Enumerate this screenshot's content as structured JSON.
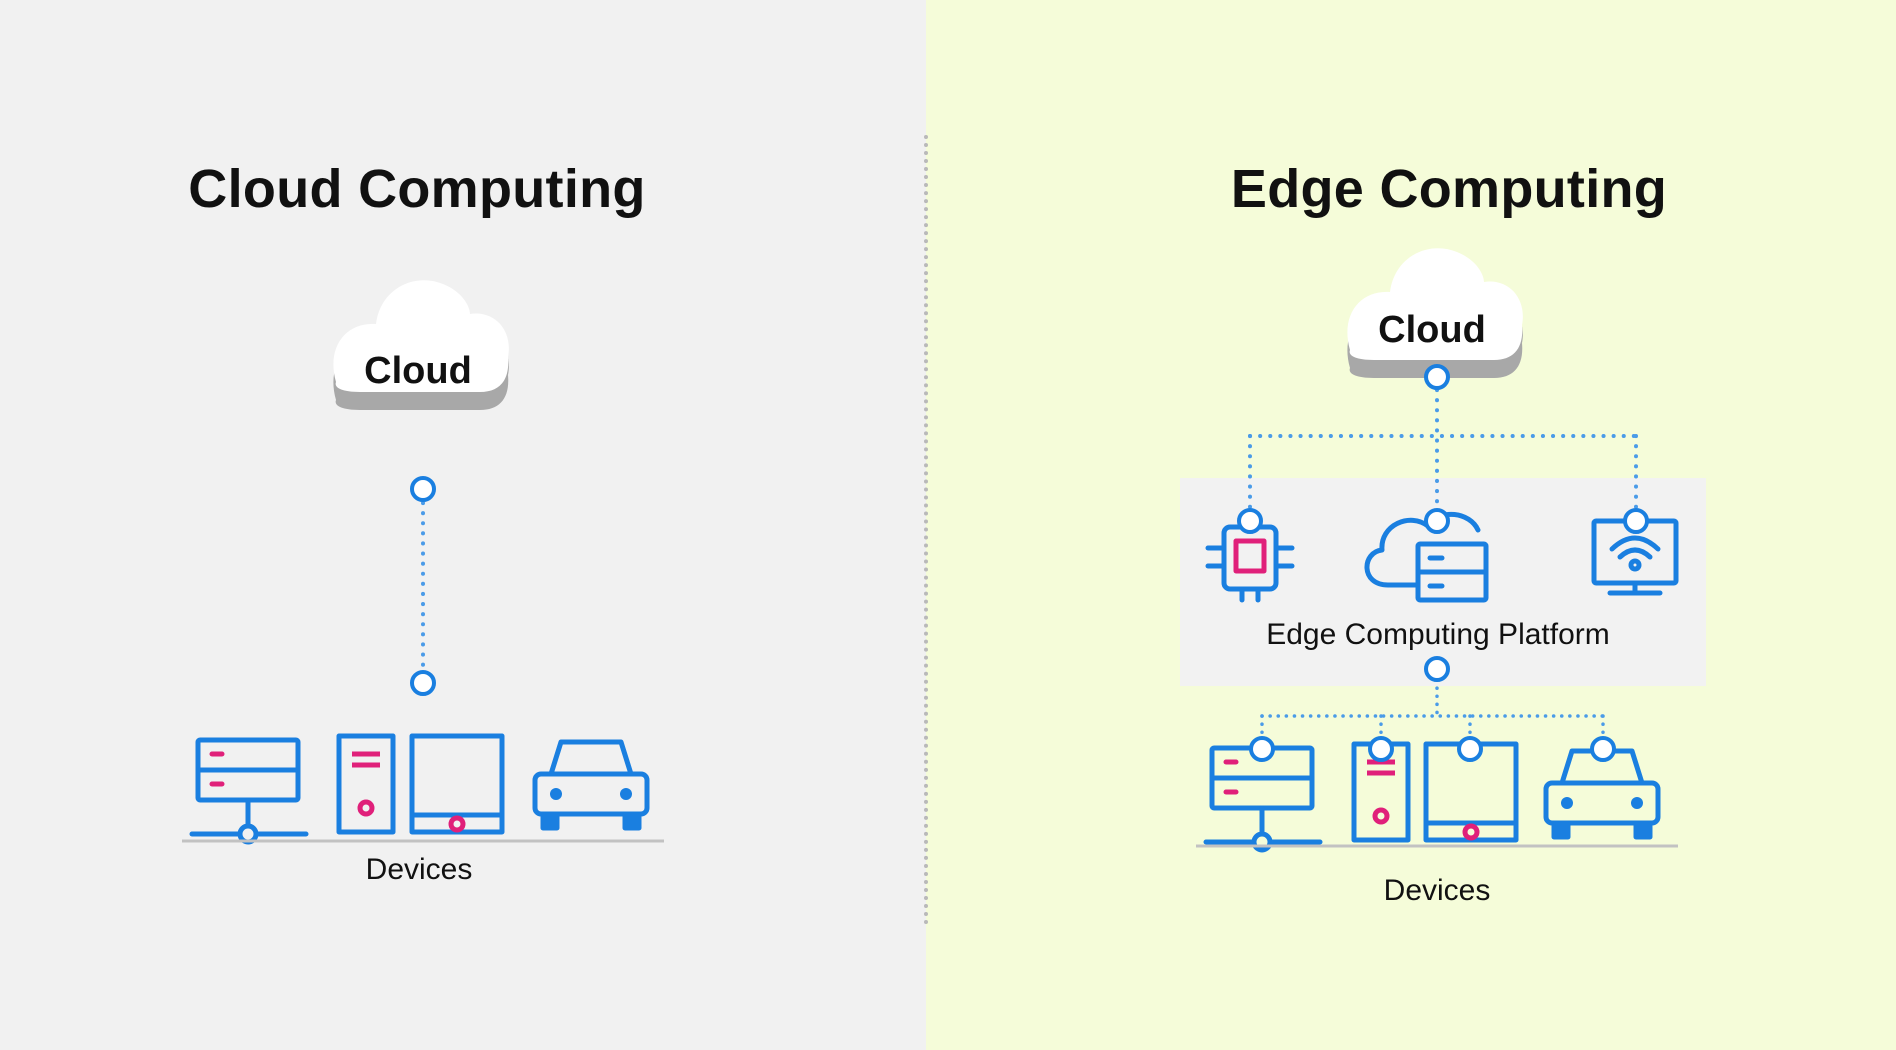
{
  "left": {
    "title": "Cloud Computing",
    "cloud_label": "Cloud",
    "devices_label": "Devices"
  },
  "right": {
    "title": "Edge Computing",
    "cloud_label": "Cloud",
    "platform_label": "Edge Computing Platform",
    "devices_label": "Devices"
  },
  "colors": {
    "left_background": "#f1f1f1",
    "right_background": "#f5fcd9",
    "icon_blue": "#1a7fe0",
    "accent_pink": "#e0207a",
    "connector_blue": "#4a9be8",
    "divider_gray": "#b9b9b9"
  },
  "icons": [
    "cloud-icon",
    "server-icon",
    "tower-pc-icon",
    "monitor-icon",
    "car-icon",
    "chip-icon",
    "cloud-server-icon",
    "wifi-monitor-icon"
  ]
}
